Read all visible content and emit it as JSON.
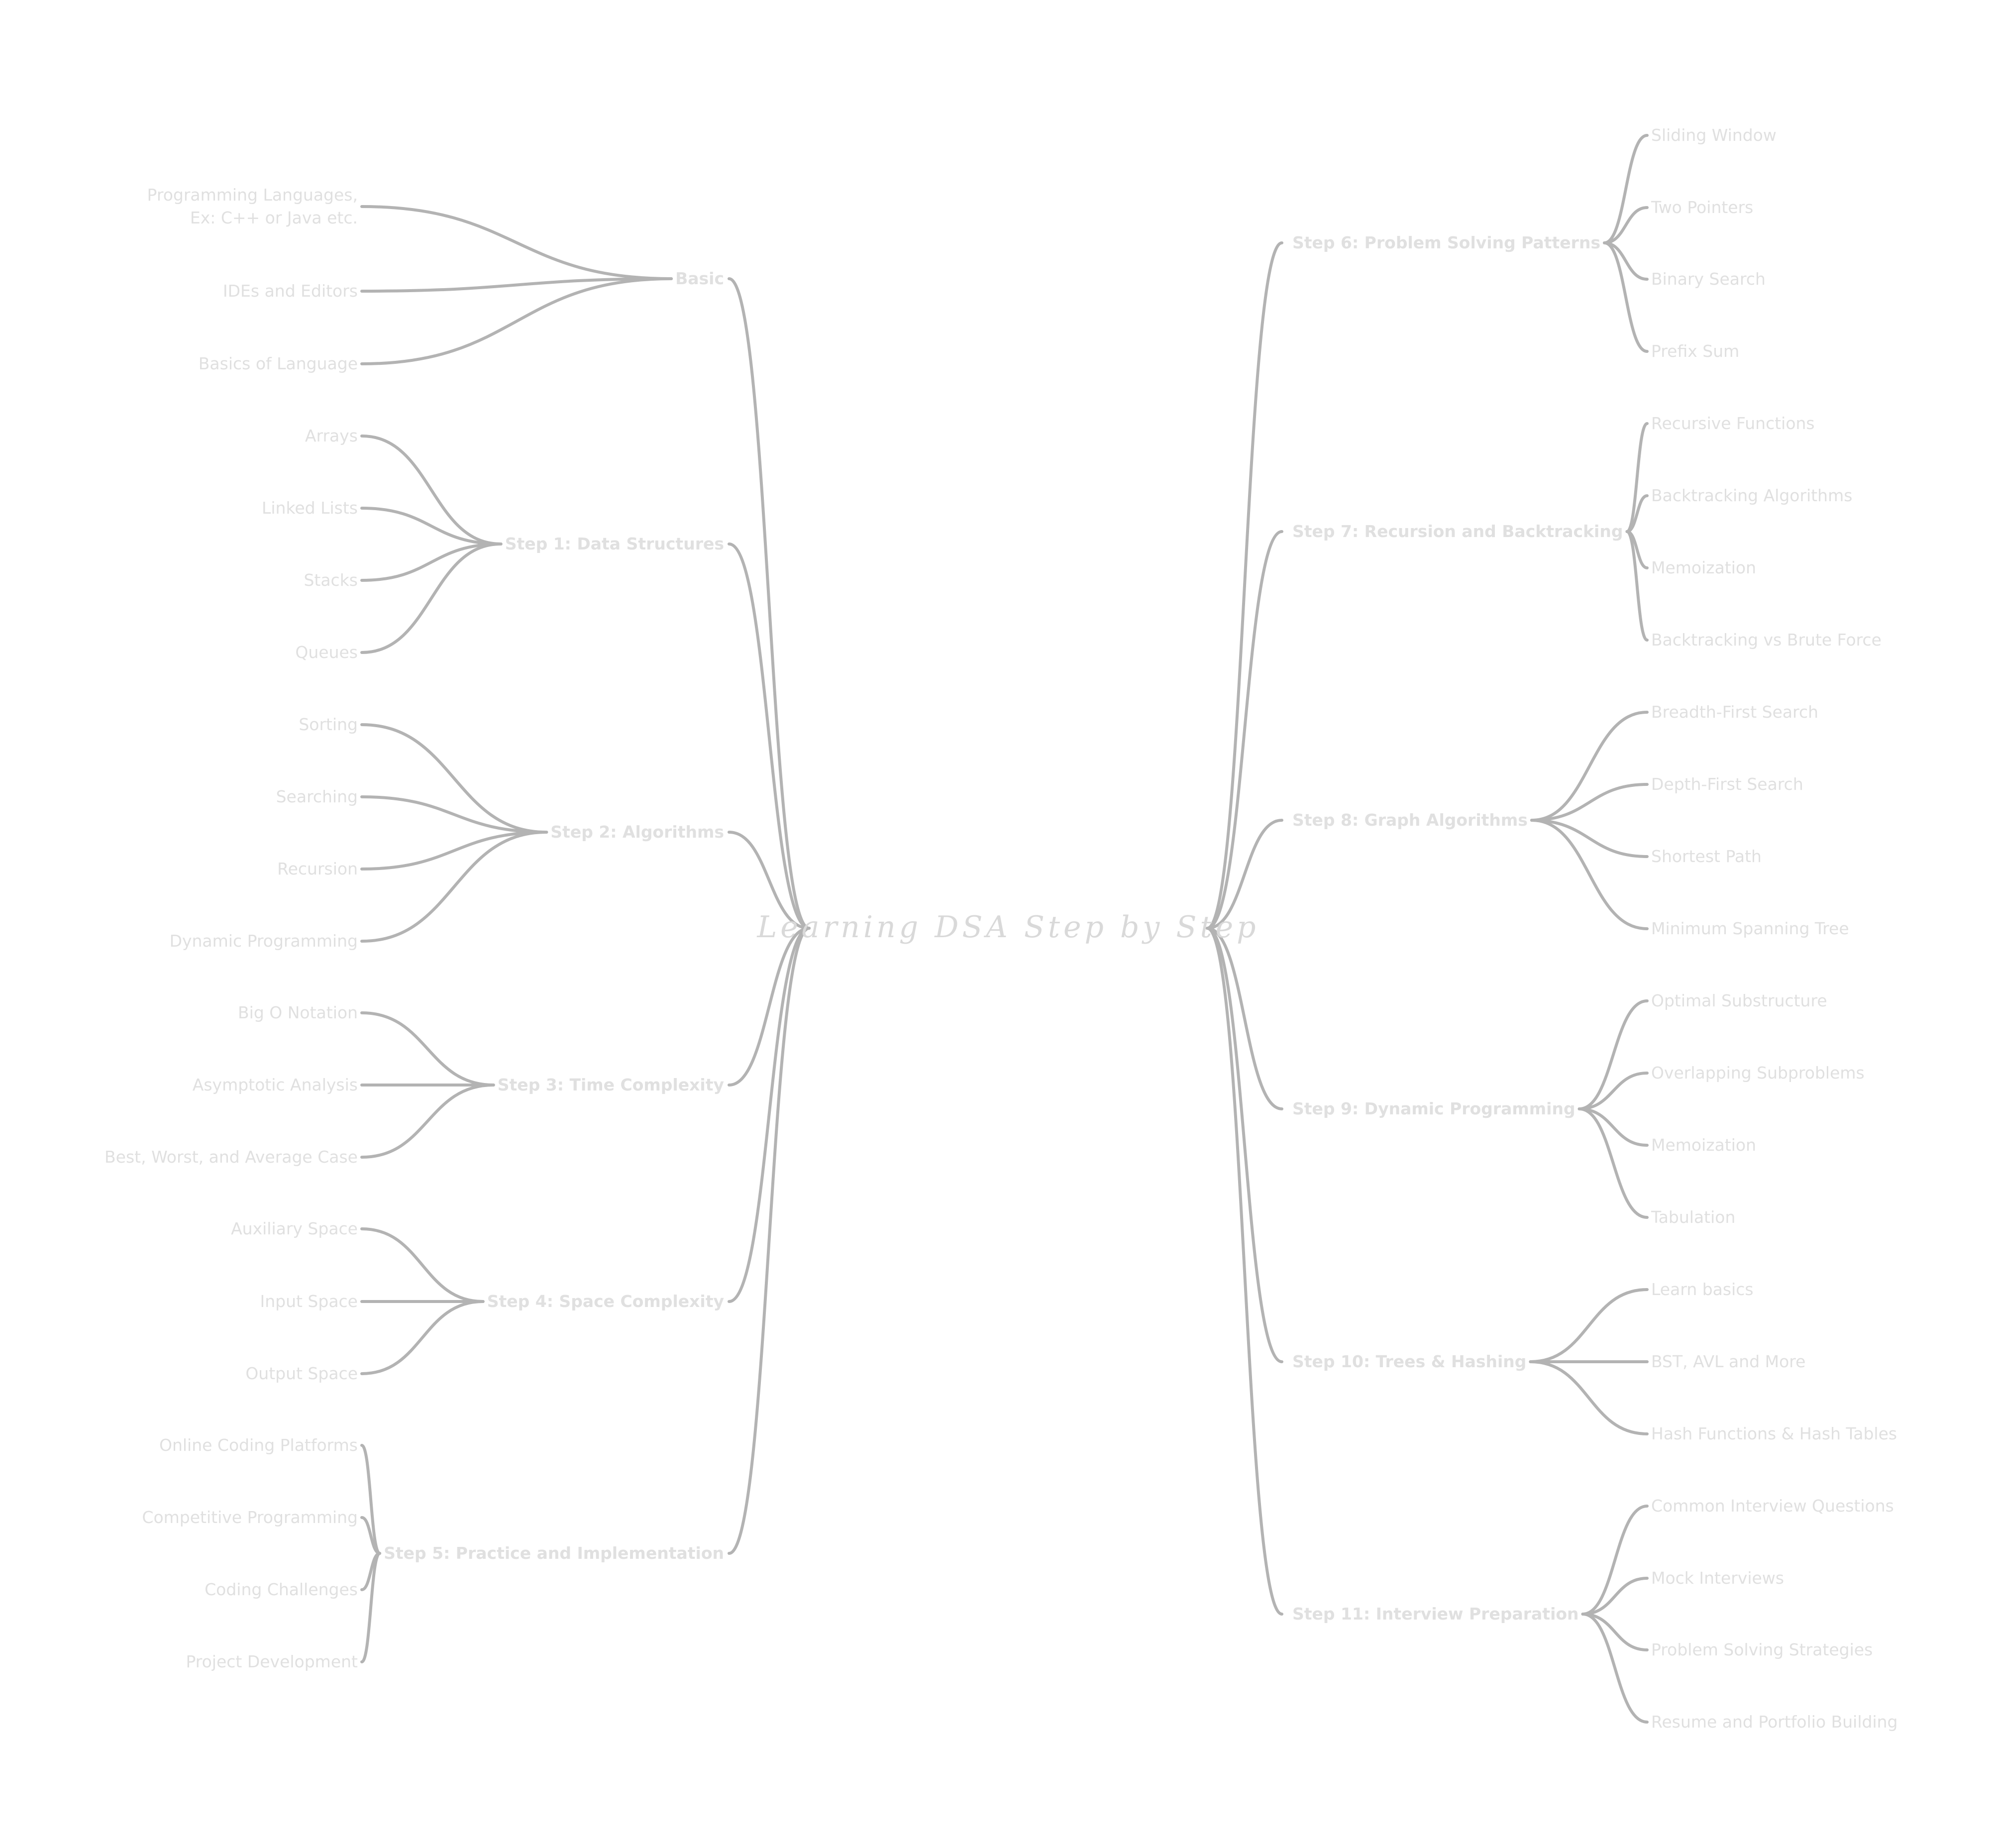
{
  "root": {
    "label": "Learning DSA Step by Step"
  },
  "left_branches": [
    {
      "label": "Basic",
      "children": [
        "Programming Languages,\nEx: C++ or Java etc.",
        "IDEs and Editors",
        "Basics of Language"
      ]
    },
    {
      "label": "Step 1: Data Structures",
      "children": [
        "Arrays",
        "Linked Lists",
        "Stacks",
        "Queues"
      ]
    },
    {
      "label": "Step 2: Algorithms",
      "children": [
        "Sorting",
        "Searching",
        "Recursion",
        "Dynamic Programming"
      ]
    },
    {
      "label": "Step 3: Time Complexity",
      "children": [
        "Big O Notation",
        "Asymptotic Analysis",
        "Best, Worst, and Average Case"
      ]
    },
    {
      "label": "Step 4: Space Complexity",
      "children": [
        "Auxiliary Space",
        "Input Space",
        "Output Space"
      ]
    },
    {
      "label": "Step 5: Practice and Implementation",
      "children": [
        "Online Coding Platforms",
        "Competitive Programming",
        "Coding Challenges",
        "Project Development"
      ]
    }
  ],
  "right_branches": [
    {
      "label": "Step 6: Problem Solving Patterns",
      "children": [
        "Sliding Window",
        "Two Pointers",
        "Binary Search",
        "Prefix Sum"
      ]
    },
    {
      "label": "Step 7: Recursion and Backtracking",
      "children": [
        "Recursive Functions",
        "Backtracking Algorithms",
        "Memoization",
        "Backtracking vs Brute Force"
      ]
    },
    {
      "label": "Step 8: Graph Algorithms",
      "children": [
        "Breadth-First Search",
        "Depth-First Search",
        "Shortest Path",
        "Minimum Spanning Tree"
      ]
    },
    {
      "label": "Step 9: Dynamic Programming",
      "children": [
        "Optimal Substructure",
        "Overlapping Subproblems",
        "Memoization",
        "Tabulation"
      ]
    },
    {
      "label": "Step 10: Trees & Hashing",
      "children": [
        "Learn basics",
        "BST, AVL and More",
        "Hash Functions & Hash Tables"
      ]
    },
    {
      "label": "Step 11: Interview Preparation",
      "children": [
        "Common Interview Questions",
        "Mock Interviews",
        "Problem Solving Strategies",
        "Resume and Portfolio Building"
      ]
    }
  ],
  "colors": {
    "edge": "#b3b3b3",
    "text": "#e0e0e0",
    "background": "#ffffff"
  }
}
